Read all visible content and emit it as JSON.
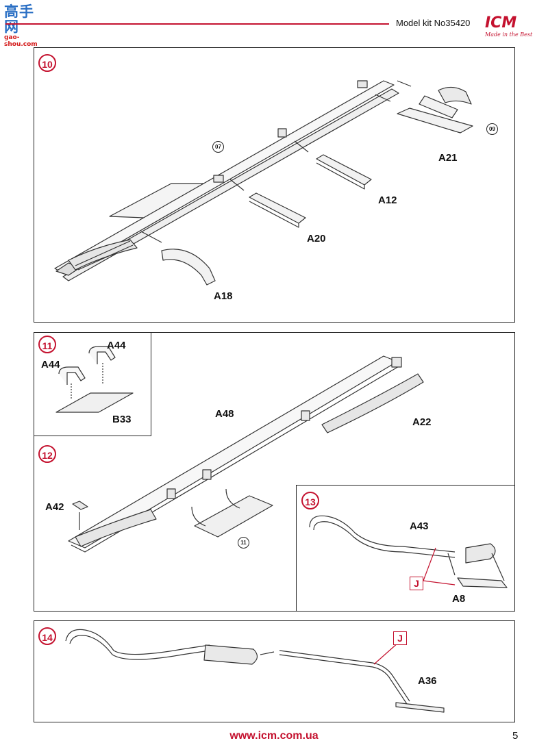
{
  "header": {
    "title": "Model kit No35420",
    "watermark_main": "高手网",
    "watermark_sub": "gao-shou.com",
    "logo_text": "ICM",
    "logo_tagline": "Made in the Best",
    "accent_color": "#c4122f"
  },
  "steps": {
    "step10": {
      "number": "10",
      "parts": [
        "A21",
        "A12",
        "A20",
        "A18"
      ],
      "refs": [
        "07",
        "09"
      ]
    },
    "step11": {
      "number": "11",
      "parts": [
        "A44",
        "A44",
        "B33"
      ]
    },
    "step12": {
      "number": "12",
      "parts": [
        "A48",
        "A22",
        "A42"
      ],
      "refs": [
        "11"
      ]
    },
    "step13": {
      "number": "13",
      "parts": [
        "A43",
        "A8"
      ],
      "marker": "J"
    },
    "step14": {
      "number": "14",
      "parts": [
        "A36"
      ],
      "marker": "J"
    }
  },
  "footer": {
    "url": "www.icm.com.ua",
    "page": "5"
  }
}
